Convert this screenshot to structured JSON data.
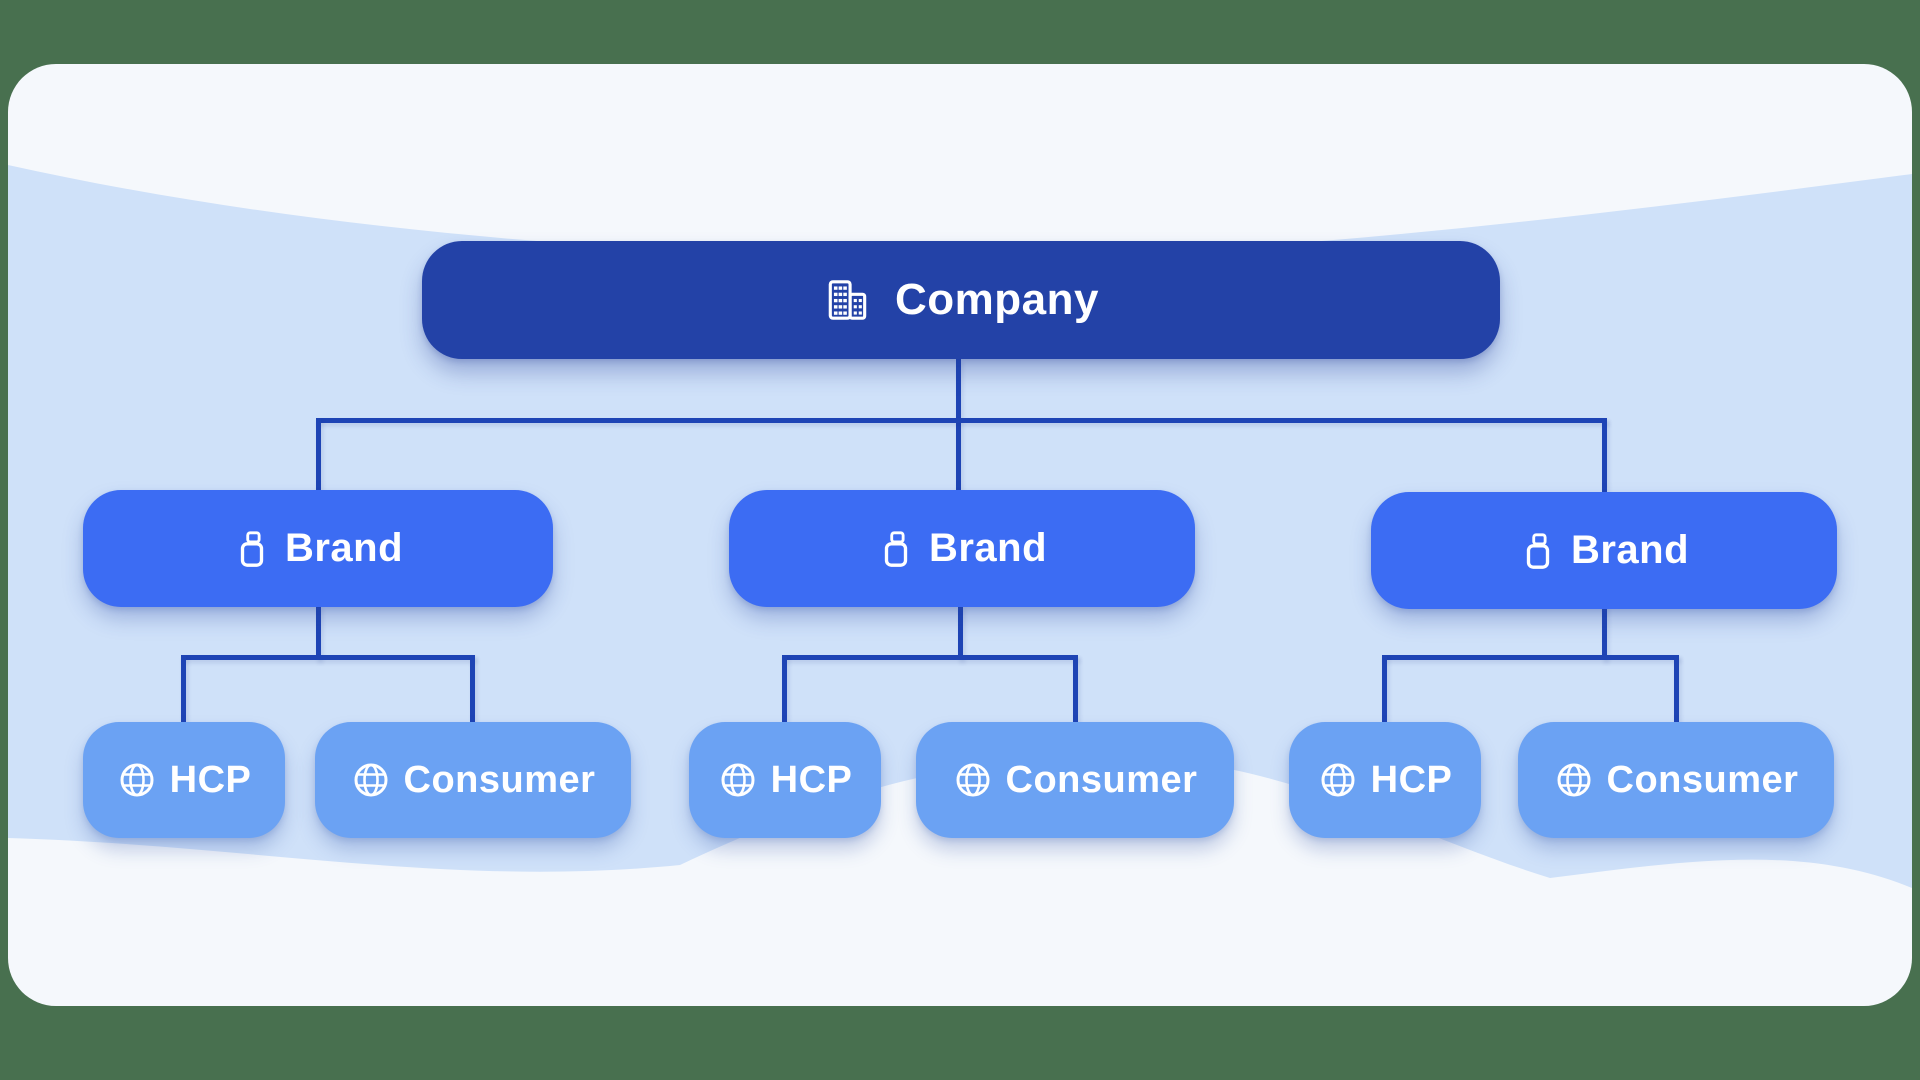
{
  "colors": {
    "outer_background": "#48704f",
    "card_background": "#f5f8fc",
    "wave_band": "#cfe1f9",
    "company_fill": "#2342a7",
    "brand_fill": "#3c6cf3",
    "audience_fill": "#6ba2f3",
    "connector": "#1e44b5",
    "node_text": "#ffffff"
  },
  "tree": {
    "company": {
      "label": "Company",
      "icon": "buildings-icon"
    },
    "brands": [
      {
        "label": "Brand",
        "icon": "pill-bottle-icon",
        "children": [
          {
            "label": "HCP",
            "icon": "globe-icon"
          },
          {
            "label": "Consumer",
            "icon": "globe-icon"
          }
        ]
      },
      {
        "label": "Brand",
        "icon": "pill-bottle-icon",
        "children": [
          {
            "label": "HCP",
            "icon": "globe-icon"
          },
          {
            "label": "Consumer",
            "icon": "globe-icon"
          }
        ]
      },
      {
        "label": "Brand",
        "icon": "pill-bottle-icon",
        "children": [
          {
            "label": "HCP",
            "icon": "globe-icon"
          },
          {
            "label": "Consumer",
            "icon": "globe-icon"
          }
        ]
      }
    ]
  }
}
